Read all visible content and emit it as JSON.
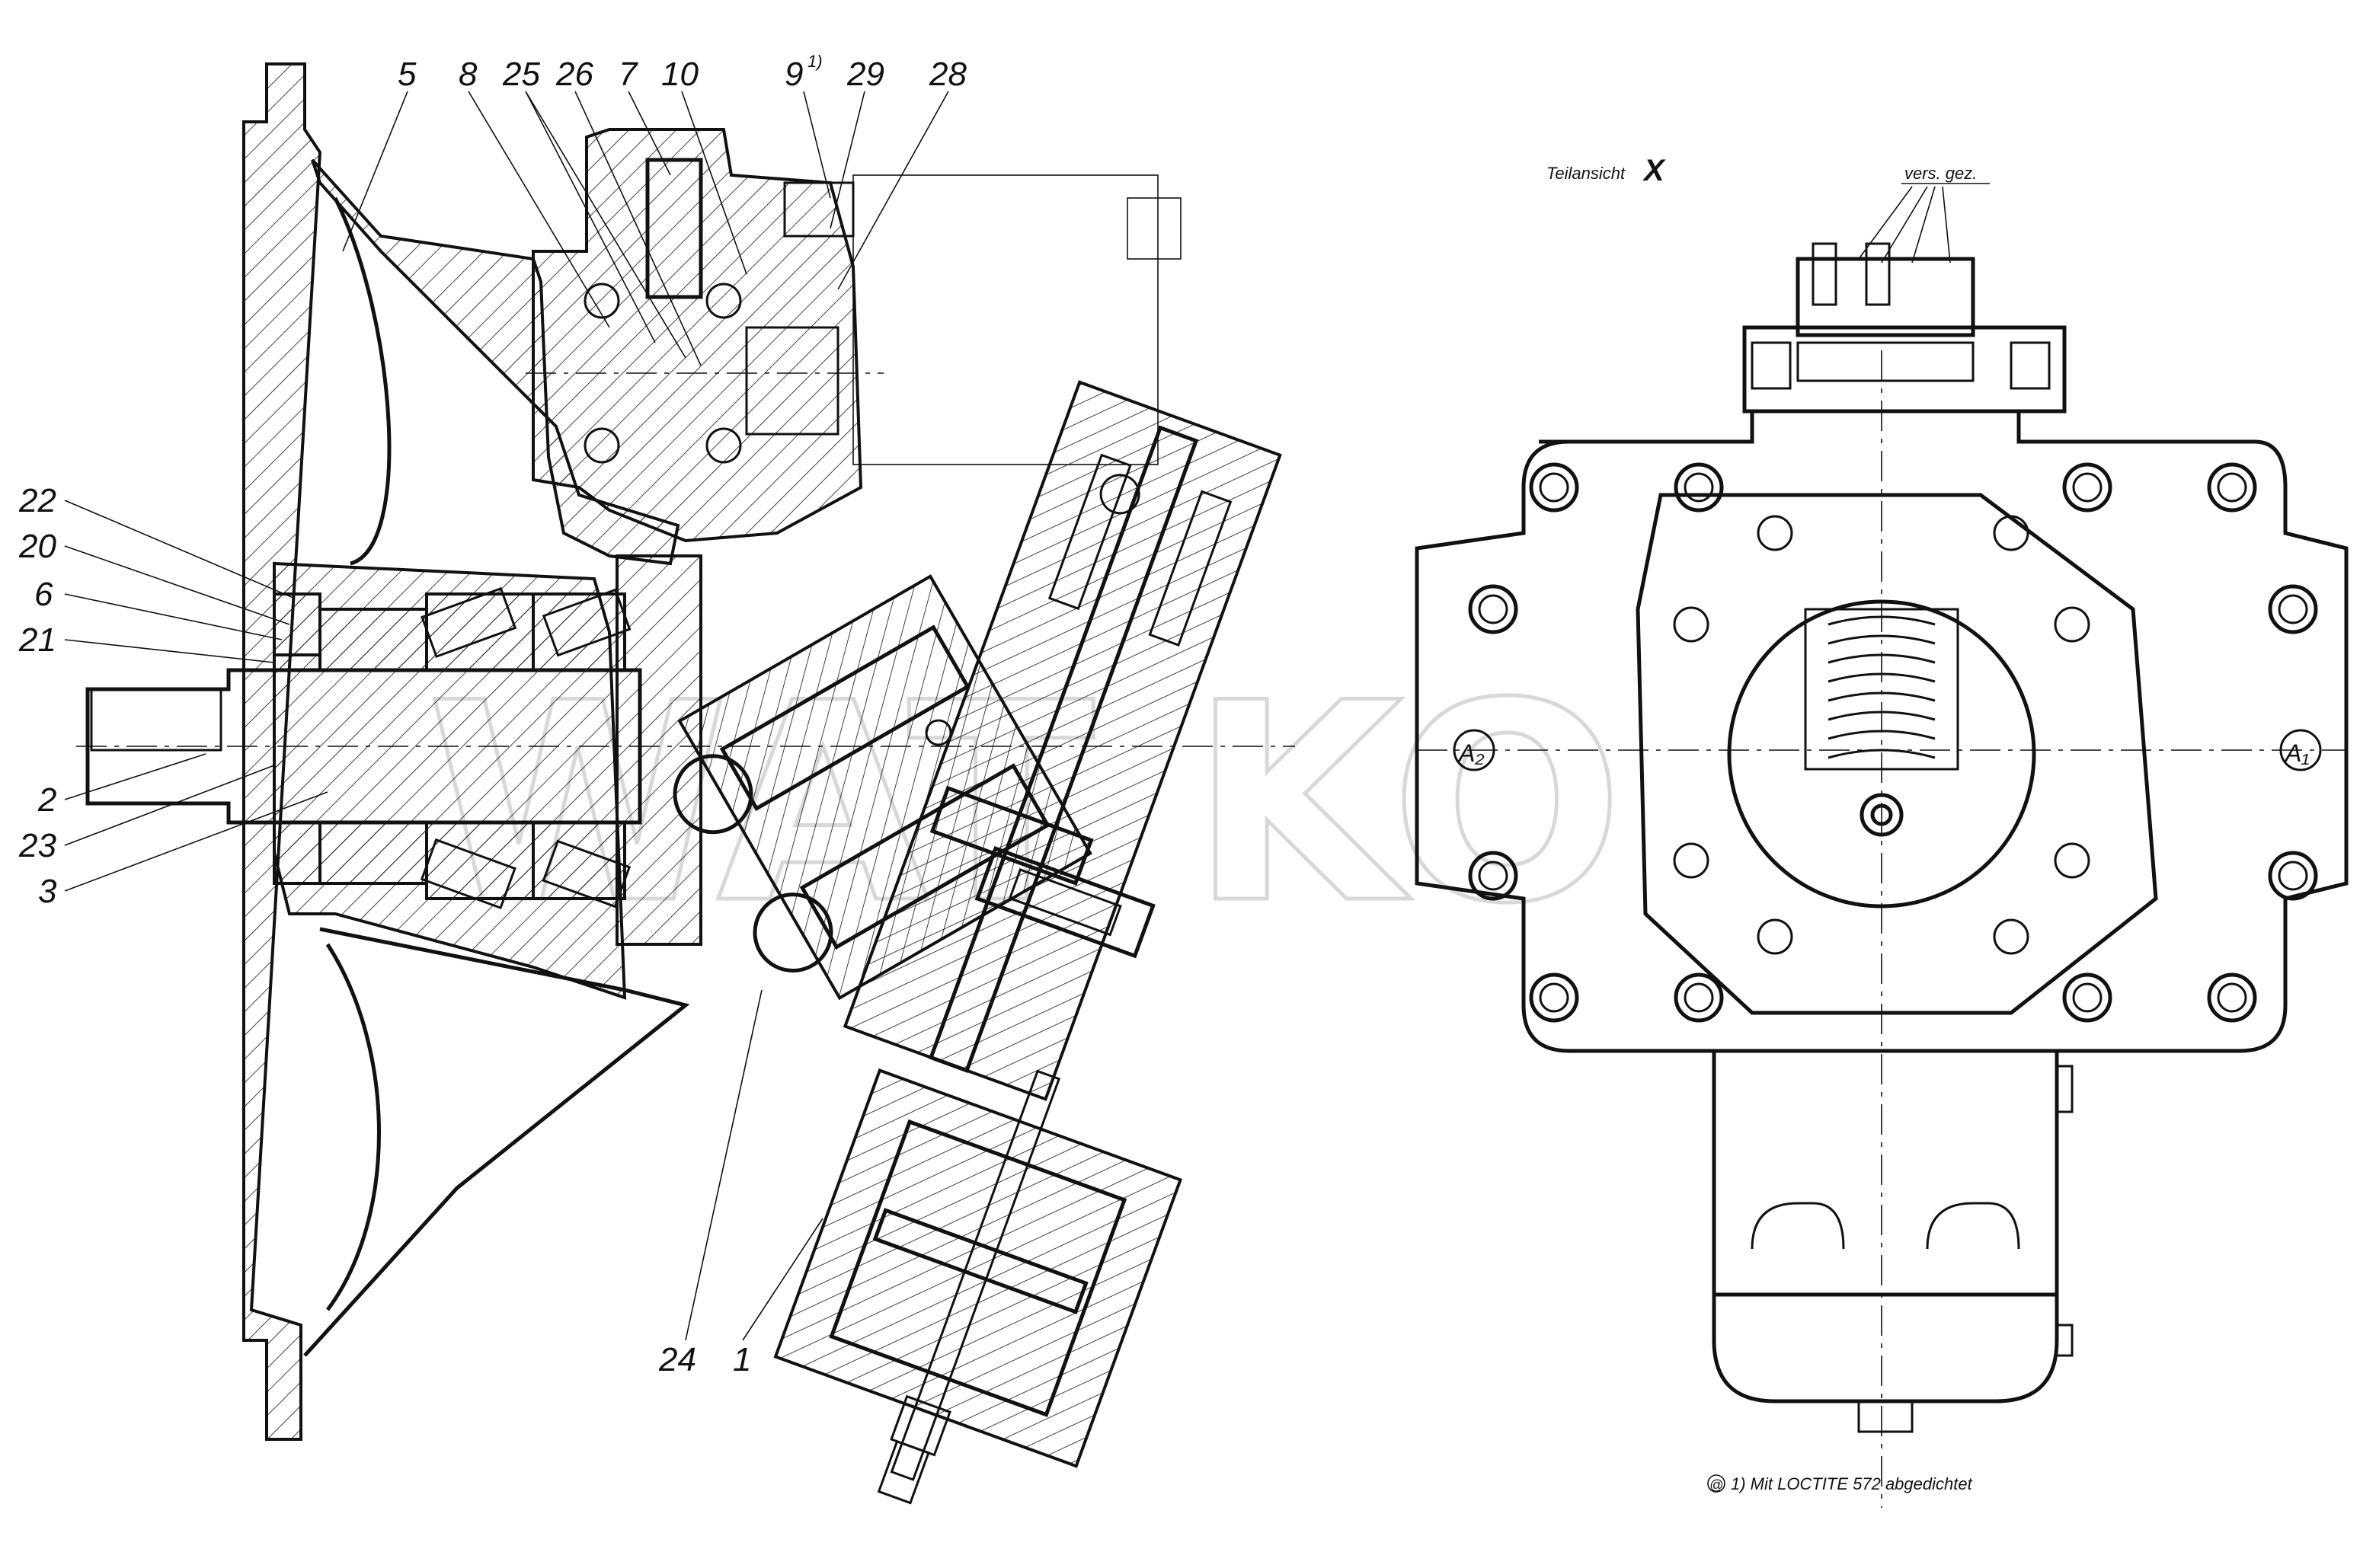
{
  "callouts": [
    "5",
    "8",
    "25",
    "26",
    "7",
    "10",
    "9",
    "1)",
    "29",
    "28",
    "22",
    "20",
    "6",
    "21",
    "2",
    "23",
    "3",
    "24",
    "1"
  ],
  "right_view": {
    "title": "Teilansicht",
    "title_mark": "X",
    "note_top": "vers. gez.",
    "port_a2": "A₂",
    "port_a1": "A₁",
    "footnote_symbol": "@",
    "footnote": "1) Mit LOCTITE  572 abgedichtet"
  }
}
